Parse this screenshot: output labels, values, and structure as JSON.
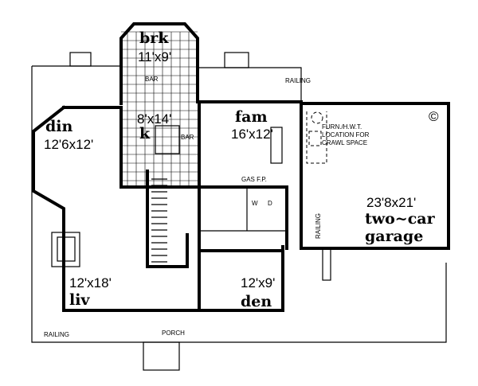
{
  "rooms": {
    "breakfast": {
      "name": "brk",
      "size": "11'x9'"
    },
    "kitchen": {
      "name": "k",
      "size": "8'x14'"
    },
    "family": {
      "name": "fam",
      "size": "16'x12'"
    },
    "dining": {
      "name": "din",
      "size": "12'6x12'"
    },
    "living": {
      "name": "liv",
      "size": "12'x18'"
    },
    "den": {
      "name": "den",
      "size": "12'x9'"
    },
    "garage": {
      "name_line1": "two~car",
      "name_line2": "garage",
      "size": "23'8x21'"
    }
  },
  "labels": {
    "bar_top": "BAR",
    "bar_kitchen": "BAR",
    "gas_fp": "GAS F.P.",
    "furnace_1": "FURN./H.W.T.",
    "furnace_2": "LOCATION FOR",
    "furnace_3": "CRAWL SPACE",
    "railing_top": "RAILING",
    "railing_side": "RAILING",
    "railing_bottom": "RAILING",
    "porch": "PORCH",
    "washer": "W",
    "dryer": "D",
    "copyright": "©"
  }
}
